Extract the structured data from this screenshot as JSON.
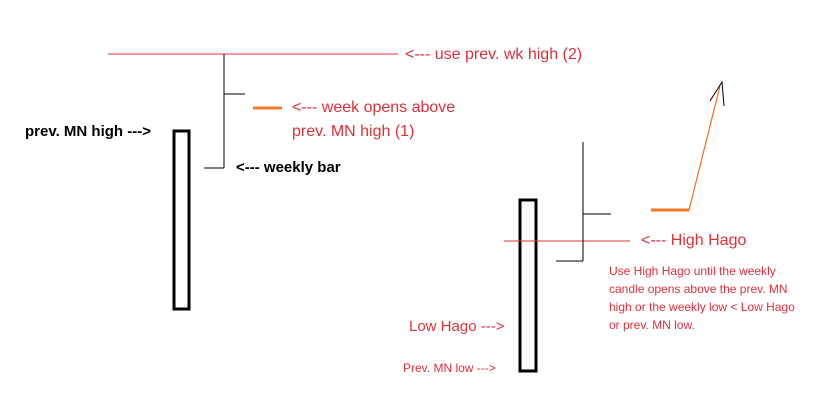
{
  "labels": {
    "use_prev_wk_high": "<--- use prev. wk high (2)",
    "week_opens_above_line1": "<--- week opens above",
    "week_opens_above_line2": "prev. MN high (1)",
    "prev_mn_high": "prev. MN high --->",
    "weekly_bar": "<--- weekly bar",
    "high_hago": "<--- High Hago",
    "note_line1": "Use High Hago until the weekly",
    "note_line2": "candle opens above the prev. MN",
    "note_line3": "high or the weekly low < Low Hago",
    "note_line4": "or prev.  MN low.",
    "low_hago": "Low Hago --->",
    "prev_mn_low": "Prev. MN low --->"
  },
  "colors": {
    "annotation": "#e0303a",
    "orange": "#f07828",
    "bar": "#000000"
  }
}
